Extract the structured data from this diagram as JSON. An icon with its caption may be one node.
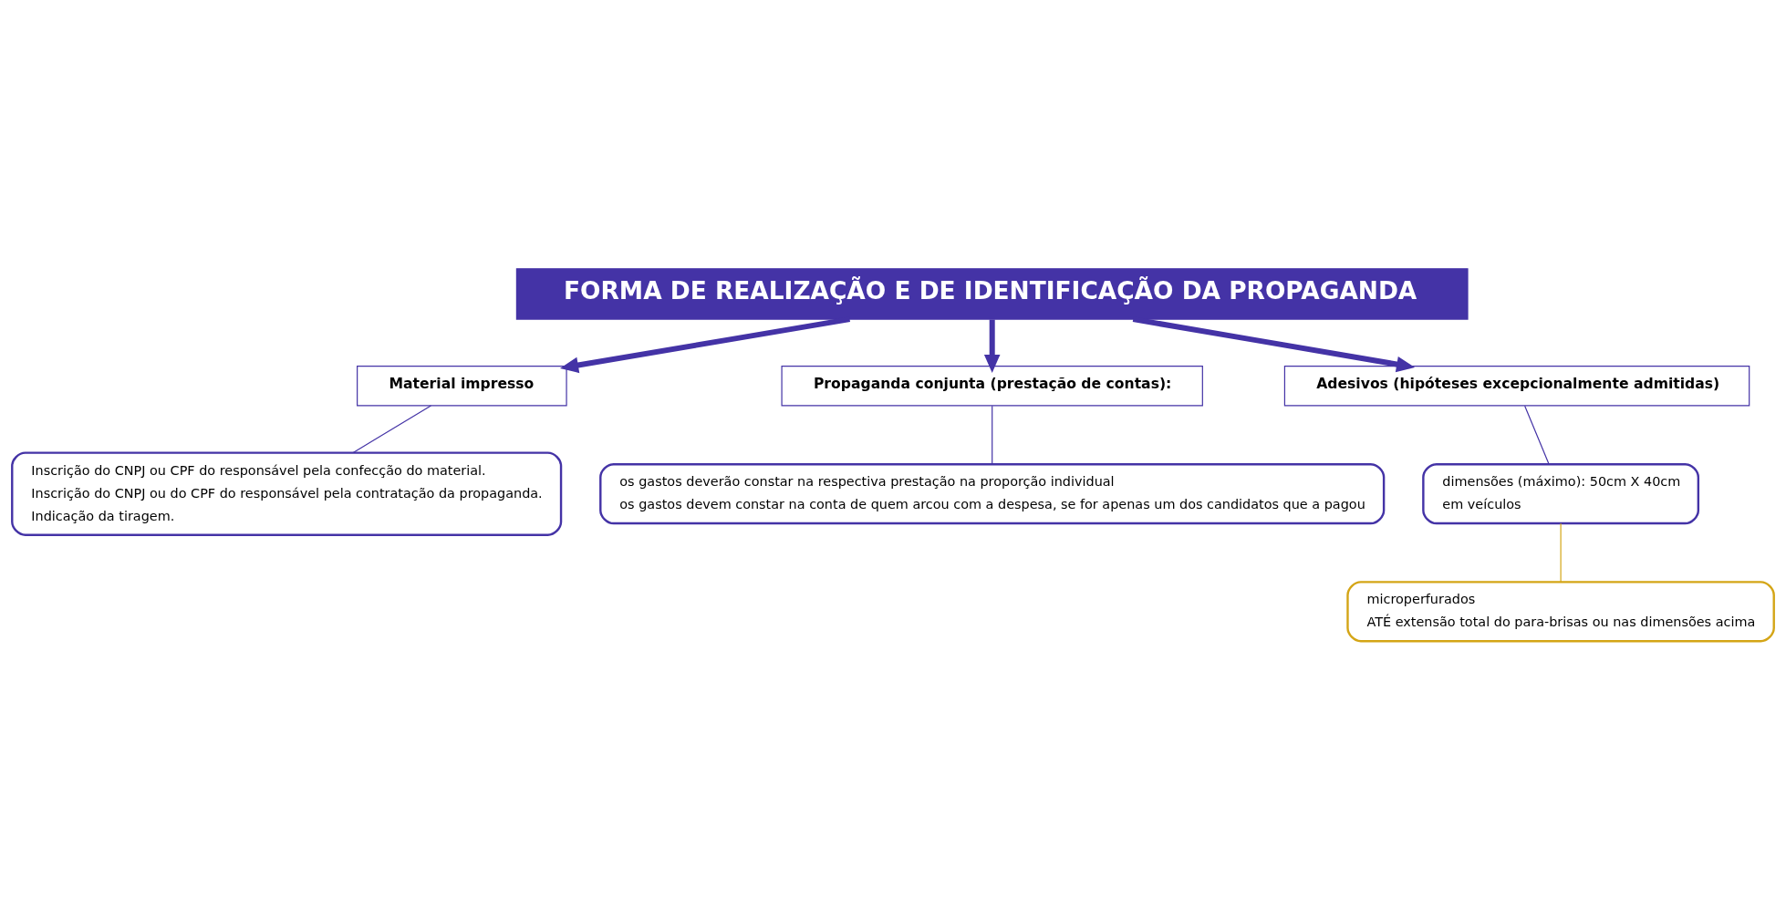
{
  "diagram": {
    "nodes": [
      {
        "text": [
          "FORMA DE REALIZAÇÃO E DE IDENTIFICAÇÃO DA PROPAGANDA"
        ]
      },
      {
        "text": [
          "Material impresso"
        ]
      },
      {
        "text": [
          "Propaganda conjunta (prestação de contas):"
        ]
      },
      {
        "text": [
          "Adesivos (hipóteses excepcionalmente admitidas)"
        ]
      },
      {
        "text": [
          "Inscrição do CNPJ ou CPF do responsável pela confecção do material.",
          "Inscrição do CNPJ ou do CPF do responsável pela contratação da propaganda.",
          "Indicação da tiragem."
        ]
      },
      {
        "text": [
          "os gastos deverão constar na respectiva prestação na proporção individual",
          "os gastos devem constar na conta de quem arcou com a despesa, se for apenas um dos candidatos que a pagou"
        ]
      },
      {
        "text": [
          "dimensões (máximo): 50cm X 40cm",
          "em veículos"
        ]
      },
      {
        "text": [
          "microperfurados",
          "ATÉ extensão total do para-brisas ou nas dimensões acima"
        ]
      }
    ],
    "edges": [
      {
        "from": 0,
        "to": 1,
        "arrow": "to",
        "style": "thick"
      },
      {
        "from": 0,
        "to": 2,
        "arrow": "to",
        "style": "thick"
      },
      {
        "from": 0,
        "to": 3,
        "arrow": "to",
        "style": "thick"
      },
      {
        "from": 1,
        "to": 4,
        "arrow": "none"
      },
      {
        "from": 2,
        "to": 5,
        "arrow": "none"
      },
      {
        "from": 3,
        "to": 6,
        "arrow": "none"
      },
      {
        "from": 6,
        "to": 7,
        "arrow": "none",
        "color": "#d4a516"
      }
    ]
  }
}
